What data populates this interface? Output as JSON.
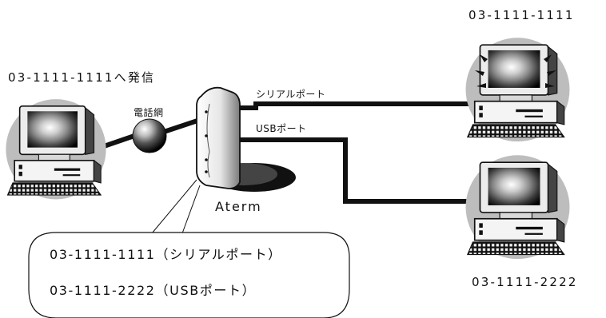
{
  "caller": {
    "dial_label": "03-1111-1111へ発信",
    "network_label": "電話網"
  },
  "router": {
    "name": "Aterm"
  },
  "connections": {
    "serial_label": "シリアルポート",
    "usb_label": "USBポート"
  },
  "receivers": {
    "top_number": "03-1111-1111",
    "bottom_number": "03-1111-2222"
  },
  "callout": {
    "line1": "03-1111-1111（シリアルポート）",
    "line2": "03-1111-2222（USBポート）"
  }
}
